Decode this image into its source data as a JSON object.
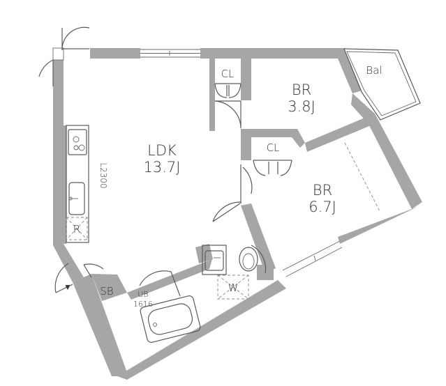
{
  "floorplan": {
    "rooms": {
      "ldk": {
        "name": "LDK",
        "size": "13.7J"
      },
      "br_small": {
        "name": "BR",
        "size": "3.8J"
      },
      "br_large": {
        "name": "BR",
        "size": "6.7J"
      },
      "bal": {
        "name": "Bal"
      },
      "cl_top": {
        "name": "CL"
      },
      "cl_mid": {
        "name": "CL"
      },
      "ub": {
        "name": "UB",
        "size": "1616"
      },
      "sb": {
        "name": "SB"
      },
      "fridge": {
        "name": "R"
      },
      "washer": {
        "name": "W"
      }
    },
    "kitchen_label": "L2300",
    "entrance_marker": "▼"
  }
}
